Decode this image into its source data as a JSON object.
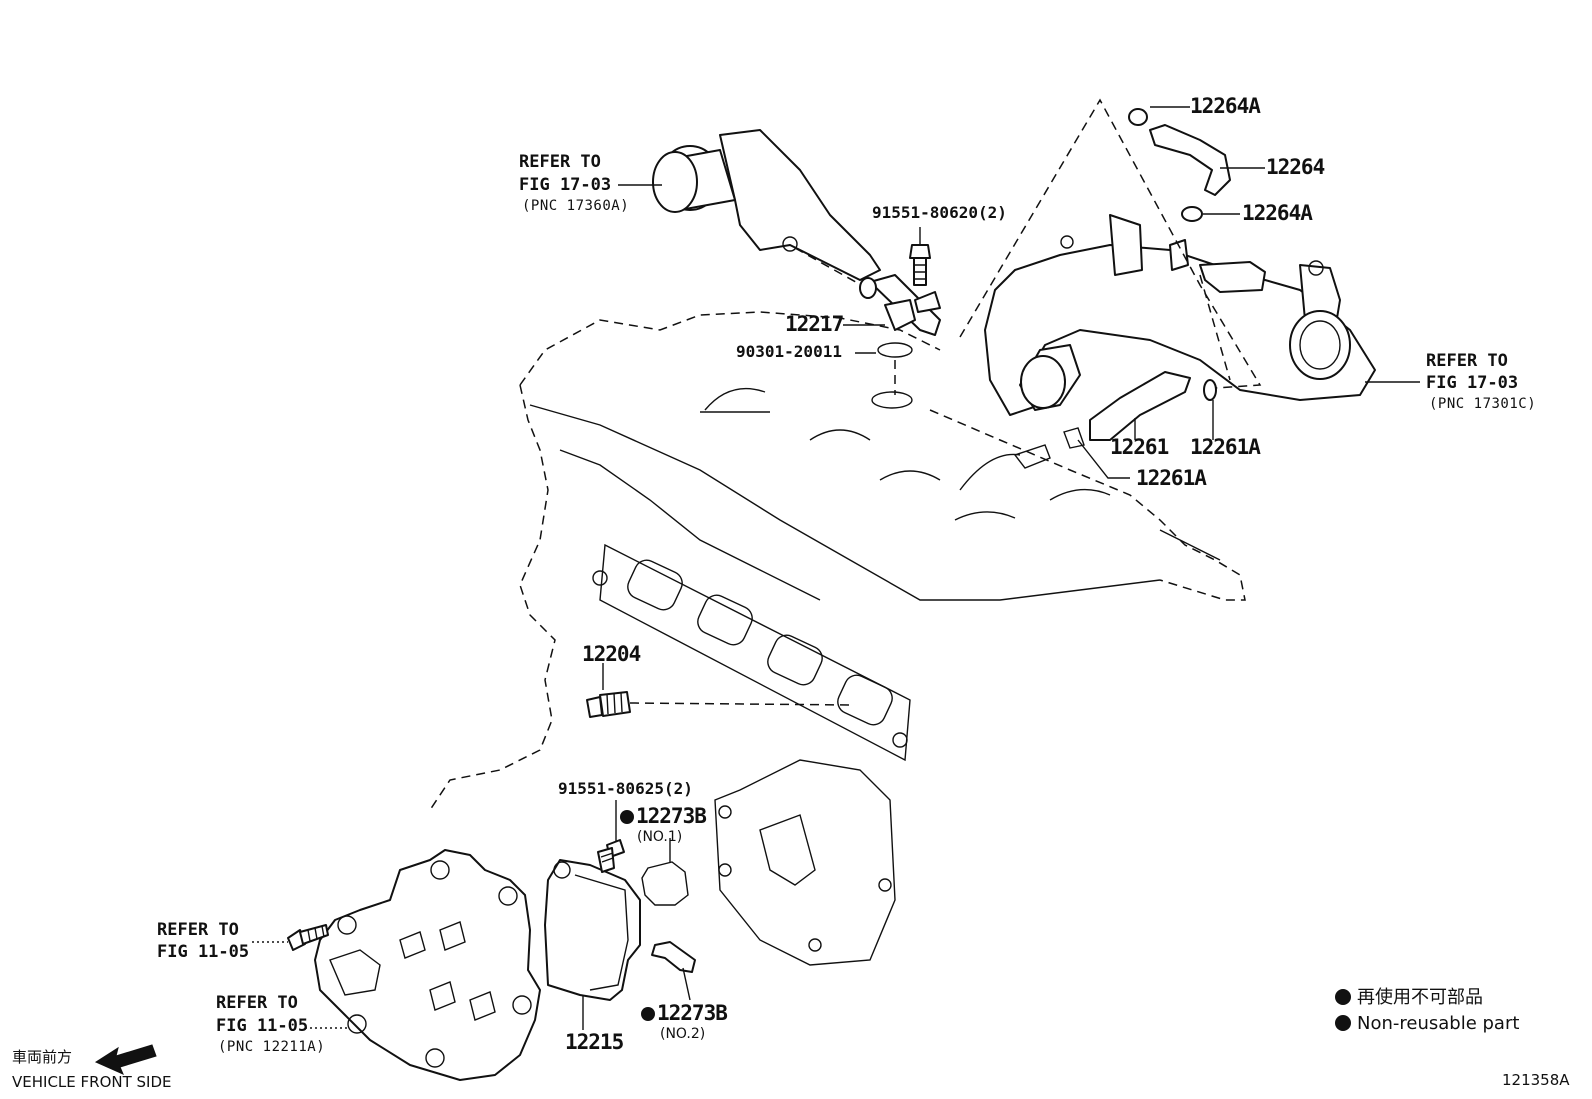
{
  "labels": {
    "refer_1": {
      "line1": "REFER TO",
      "line2": "FIG 17-03",
      "line3": "(PNC 17360A)"
    },
    "refer_2": {
      "line1": "REFER TO",
      "line2": "FIG 17-03",
      "line3": "(PNC 17301C)"
    },
    "refer_3": {
      "line1": "REFER TO",
      "line2": "FIG 11-05"
    },
    "refer_4": {
      "line1": "REFER TO",
      "line2": "FIG 11-05",
      "line3": "(PNC 12211A)"
    },
    "p_91551_80620": "91551-80620(2)",
    "p_12217": "12217",
    "p_90301_20011": "90301-20011",
    "p_12264A_top": "12264A",
    "p_12264": "12264",
    "p_12264A_mid": "12264A",
    "p_12261": "12261",
    "p_12261A_right": "12261A",
    "p_12261A_low": "12261A",
    "p_12204": "12204",
    "p_91551_80625": "91551-80625(2)",
    "p_12273B_no1": "12273B",
    "no1": "(NO.1)",
    "p_12273B_no2": "12273B",
    "no2": "(NO.2)",
    "p_12215": "12215"
  },
  "legend": {
    "japanese": "再使用不可部品",
    "english": "Non-reusable part"
  },
  "front": {
    "japanese": "車両前方",
    "english": "VEHICLE FRONT SIDE"
  },
  "figure_id": "121358A"
}
